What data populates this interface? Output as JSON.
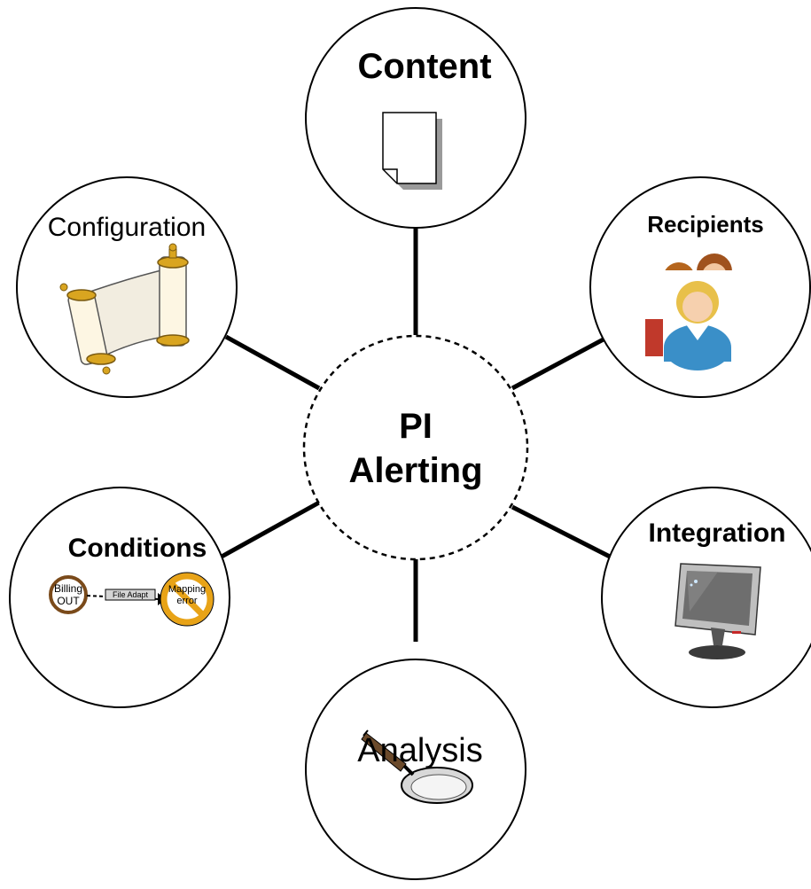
{
  "center": {
    "line1": "PI",
    "line2": "Alerting"
  },
  "nodes": {
    "content": {
      "label": "Content",
      "icon": "document-icon"
    },
    "recipients": {
      "label": "Recipients",
      "icon": "people-icon"
    },
    "integration": {
      "label": "Integration",
      "icon": "monitor-icon"
    },
    "analysis": {
      "label": "Analysis",
      "icon": "magnifying-glass-icon"
    },
    "conditions": {
      "label": "Conditions",
      "icon": "process-flow-icon",
      "flow": {
        "start": "Billing OUT",
        "step": "File Adapt",
        "end": "Mapping error"
      }
    },
    "configuration": {
      "label": "Configuration",
      "icon": "scroll-icon"
    }
  },
  "colors": {
    "scroll_gold": "#D9A520",
    "person_blue": "#3A8FC8",
    "stop_orange": "#E8A317"
  }
}
